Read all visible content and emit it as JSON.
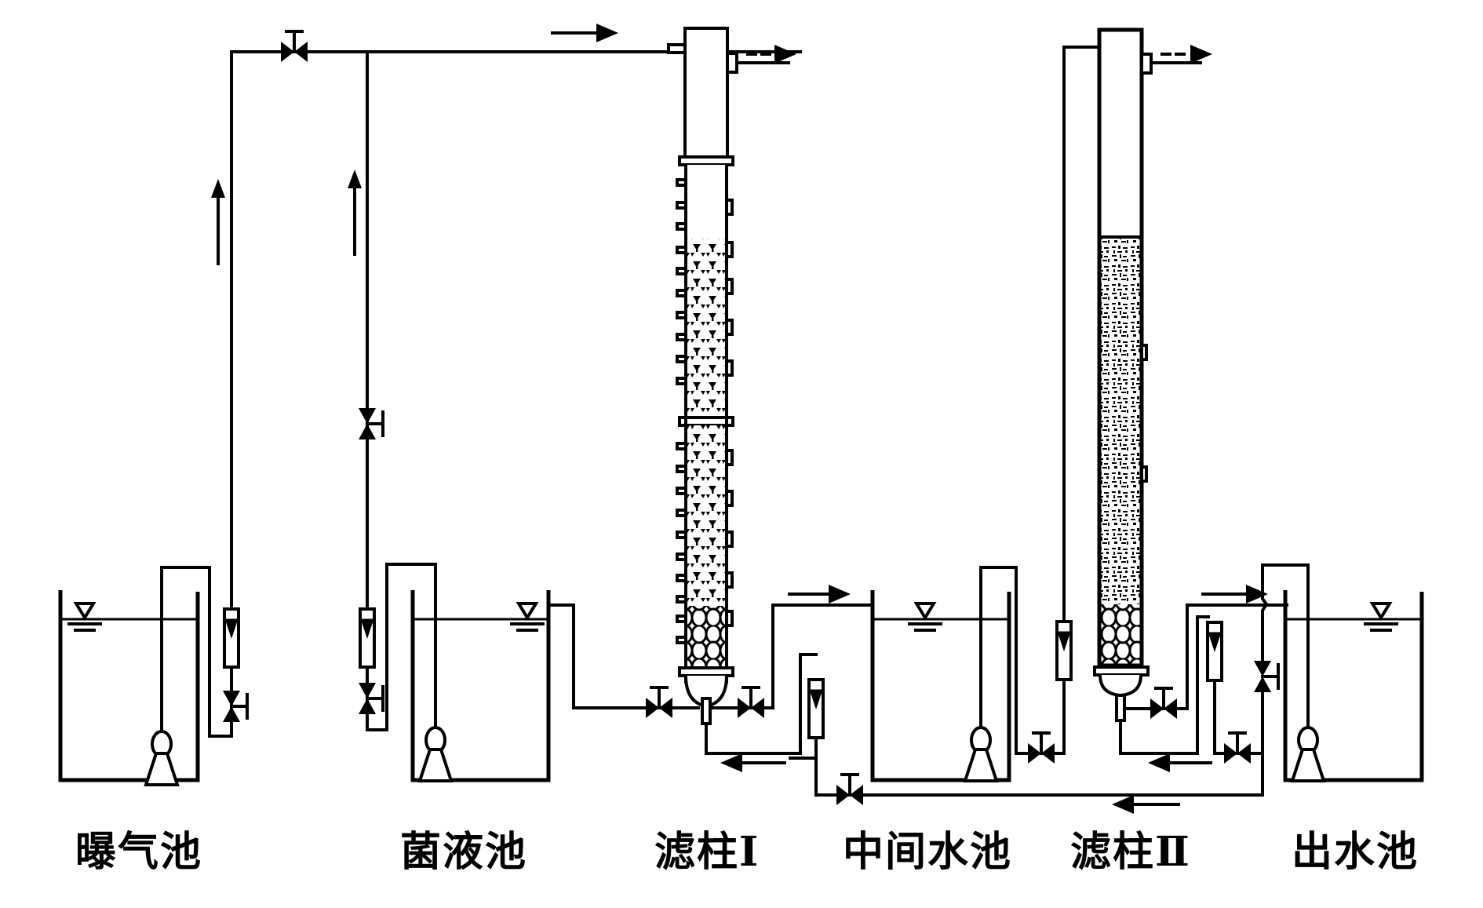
{
  "diagram": {
    "colors": {
      "line": "#000000",
      "background": "#ffffff"
    },
    "labels": {
      "aeration_tank": "曝气池",
      "bacteria_tank": "菌液池",
      "filter_column_1": "滤柱Ⅰ",
      "intermediate_tank": "中间水池",
      "filter_column_2": "滤柱Ⅱ",
      "effluent_tank": "出水池"
    },
    "components": [
      {
        "id": "aeration-tank",
        "type": "tank-with-pump"
      },
      {
        "id": "bacteria-tank",
        "type": "tank-with-pump"
      },
      {
        "id": "filter-column-1",
        "type": "packed-column",
        "media": "ceramsite-and-gravel"
      },
      {
        "id": "intermediate-tank",
        "type": "tank-with-pump"
      },
      {
        "id": "filter-column-2",
        "type": "packed-column",
        "media": "sand-and-gravel"
      },
      {
        "id": "effluent-tank",
        "type": "tank-with-pump"
      }
    ],
    "icons": [
      "valve-icon",
      "flowmeter-icon",
      "pump-icon",
      "water-level-icon",
      "flow-arrow-icon"
    ]
  }
}
